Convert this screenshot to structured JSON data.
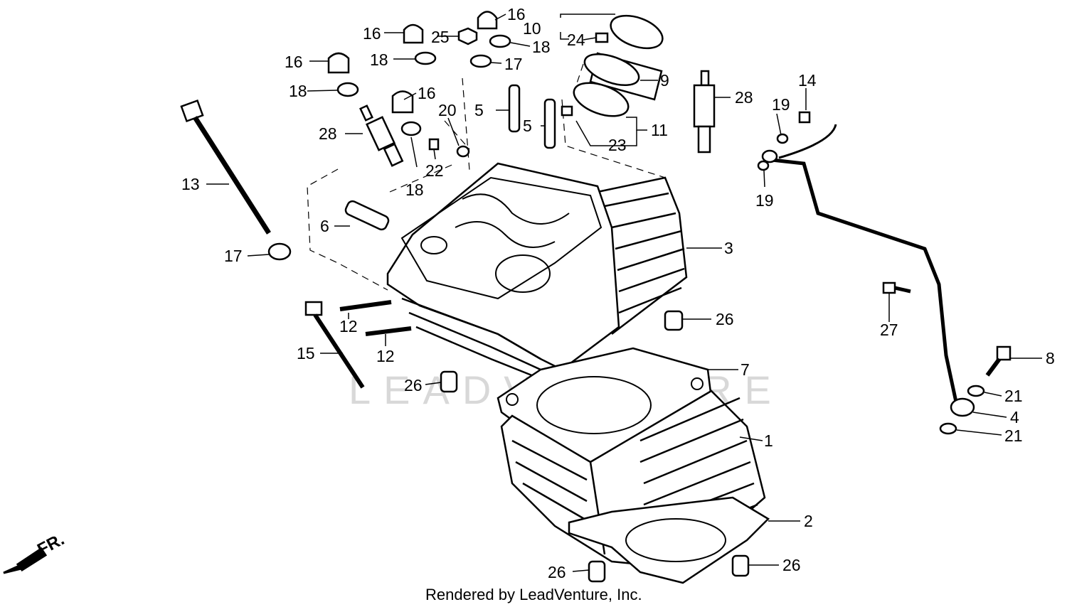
{
  "callouts": [
    "1",
    "2",
    "3",
    "4",
    "5",
    "5",
    "6",
    "7",
    "8",
    "9",
    "10",
    "11",
    "12",
    "12",
    "13",
    "14",
    "15",
    "16",
    "16",
    "16",
    "16",
    "17",
    "17",
    "18",
    "18",
    "18",
    "18",
    "19",
    "19",
    "20",
    "21",
    "21",
    "22",
    "23",
    "24",
    "25",
    "26",
    "26",
    "26",
    "26",
    "27",
    "28",
    "28"
  ],
  "direction_label": "FR.",
  "watermark": "LEADVENTURE",
  "credit": "Rendered by LeadVenture, Inc."
}
